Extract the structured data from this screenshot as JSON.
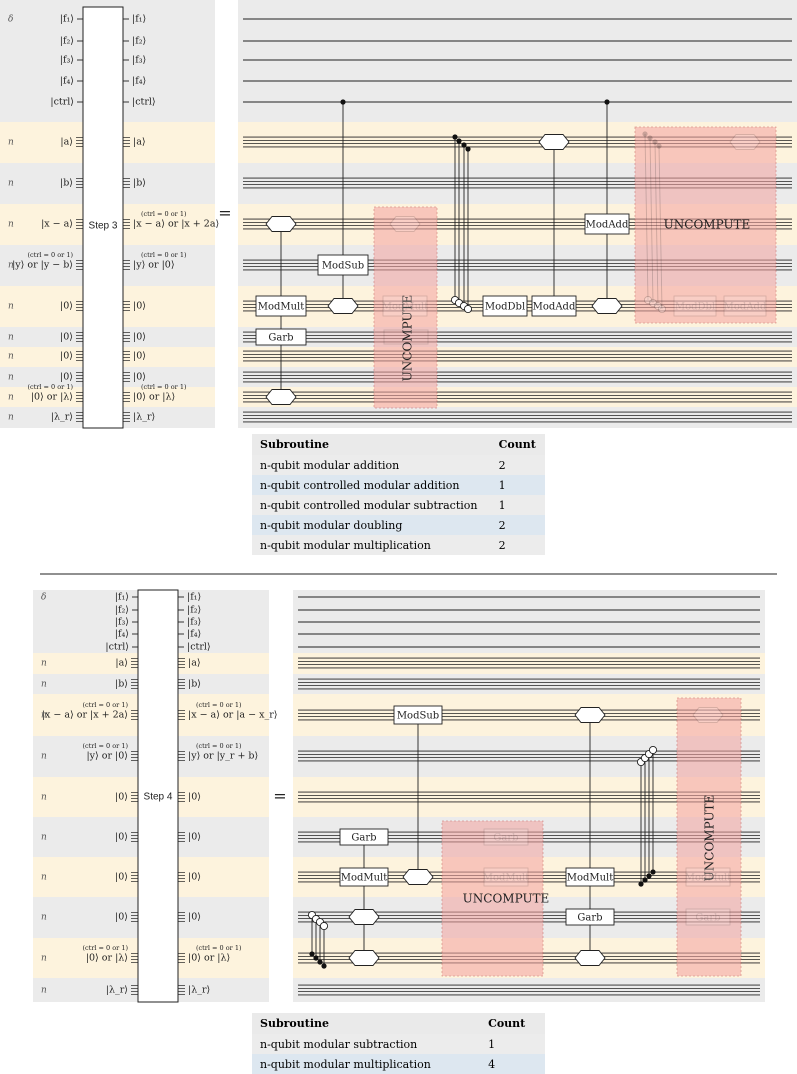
{
  "colors": {
    "band_gray": "#ebebeb",
    "band_tan": "#fdf3dd",
    "uncompute": "#f4a3a0",
    "uncompute_border": "#c0504d"
  },
  "icons": [
    "controlled-dot-icon",
    "open-control-circle-icon",
    "hexagon-output-gate-icon"
  ],
  "circuit_top": {
    "step_label": "Step 3",
    "equals": "=",
    "rows": [
      {
        "n": "δ",
        "in": "|f₁⟩",
        "out": "|f₁⟩"
      },
      {
        "n": "",
        "in": "|f₂⟩",
        "out": "|f₂⟩"
      },
      {
        "n": "",
        "in": "|f₃⟩",
        "out": "|f₃⟩"
      },
      {
        "n": "",
        "in": "|f₄⟩",
        "out": "|f₄⟩"
      },
      {
        "n": "",
        "in": "|ctrl⟩",
        "out": "|ctrl⟩"
      },
      {
        "n": "n",
        "in": "|a⟩",
        "out": "|a⟩"
      },
      {
        "n": "n",
        "in": "|b⟩",
        "out": "|b⟩"
      },
      {
        "n": "n",
        "in": "|x − a⟩",
        "out": "|x − a⟩ or |x + 2a⟩",
        "note_out": "(ctrl = 0 or 1)"
      },
      {
        "n": "n",
        "in": "|y⟩ or |y − b⟩",
        "out": "|y⟩ or |0⟩",
        "note_in": "(ctrl = 0 or 1)",
        "note_out": "(ctrl = 0 or 1)"
      },
      {
        "n": "n",
        "in": "|0⟩",
        "out": "|0⟩"
      },
      {
        "n": "n",
        "in": "|0⟩",
        "out": "|0⟩"
      },
      {
        "n": "n",
        "in": "|0⟩",
        "out": "|0⟩"
      },
      {
        "n": "n",
        "in": "|0⟩",
        "out": "|0⟩"
      },
      {
        "n": "n",
        "in": "|0⟩ or |λ⟩",
        "out": "|0⟩ or |λ⟩",
        "note_in": "(ctrl = 0 or 1)",
        "note_out": "(ctrl = 0 or 1)"
      },
      {
        "n": "n",
        "in": "|λ_r⟩",
        "out": "|λ_r⟩"
      }
    ],
    "gates": {
      "modmult": "ModMult",
      "garb": "Garb",
      "modsub": "ModSub",
      "moddbl": "ModDbl",
      "modadd1": "ModAdd",
      "modadd2": "ModAdd",
      "uncompute1": "UNCOMPUTE",
      "uncompute2": "UNCOMPUTE",
      "faint_modmult": "ModMult",
      "faint_moddbl": "ModDbl",
      "faint_modadd": "ModAdd"
    }
  },
  "table_top": {
    "headers": [
      "Subroutine",
      "Count"
    ],
    "rows": [
      [
        "n-qubit modular addition",
        "2"
      ],
      [
        "n-qubit controlled modular addition",
        "1"
      ],
      [
        "n-qubit controlled modular subtraction",
        "1"
      ],
      [
        "n-qubit modular doubling",
        "2"
      ],
      [
        "n-qubit modular multiplication",
        "2"
      ]
    ]
  },
  "circuit_bottom": {
    "step_label": "Step 4",
    "equals": "=",
    "rows": [
      {
        "n": "δ",
        "in": "|f₁⟩",
        "out": "|f₁⟩"
      },
      {
        "n": "",
        "in": "|f₂⟩",
        "out": "|f₂⟩"
      },
      {
        "n": "",
        "in": "|f₃⟩",
        "out": "|f₃⟩"
      },
      {
        "n": "",
        "in": "|f₄⟩",
        "out": "|f₄⟩"
      },
      {
        "n": "",
        "in": "|ctrl⟩",
        "out": "|ctrl⟩"
      },
      {
        "n": "n",
        "in": "|a⟩",
        "out": "|a⟩"
      },
      {
        "n": "n",
        "in": "|b⟩",
        "out": "|b⟩"
      },
      {
        "n": "n",
        "in": "|x − a⟩ or |x + 2a⟩",
        "out": "|x − a⟩ or |a − x_r⟩",
        "note_in": "(ctrl = 0 or 1)",
        "note_out": "(ctrl = 0 or 1)"
      },
      {
        "n": "n",
        "in": "|y⟩ or |0⟩",
        "out": "|y⟩ or |y_r + b⟩",
        "note_in": "(ctrl = 0 or 1)",
        "note_out": "(ctrl = 0 or 1)"
      },
      {
        "n": "n",
        "in": "|0⟩",
        "out": "|0⟩"
      },
      {
        "n": "n",
        "in": "|0⟩",
        "out": "|0⟩"
      },
      {
        "n": "n",
        "in": "|0⟩",
        "out": "|0⟩"
      },
      {
        "n": "n",
        "in": "|0⟩",
        "out": "|0⟩"
      },
      {
        "n": "n",
        "in": "|0⟩ or |λ⟩",
        "out": "|0⟩ or |λ⟩",
        "note_in": "(ctrl = 0 or 1)",
        "note_out": "(ctrl = 0 or 1)"
      },
      {
        "n": "n",
        "in": "|λ_r⟩",
        "out": "|λ_r⟩"
      }
    ],
    "gates": {
      "modsub": "ModSub",
      "garb1": "Garb",
      "modmult1": "ModMult",
      "modmult2": "ModMult",
      "garb2": "Garb",
      "uncompute1": "UNCOMPUTE",
      "uncompute2": "UNCOMPUTE",
      "faint_garb1": "Garb",
      "faint_modmult1": "ModMult",
      "faint_modmult2": "ModMult",
      "faint_garb2": "Garb"
    }
  },
  "table_bottom": {
    "headers": [
      "Subroutine",
      "Count"
    ],
    "rows": [
      [
        "n-qubit modular subtraction",
        "1"
      ],
      [
        "n-qubit modular multiplication",
        "4"
      ]
    ]
  }
}
